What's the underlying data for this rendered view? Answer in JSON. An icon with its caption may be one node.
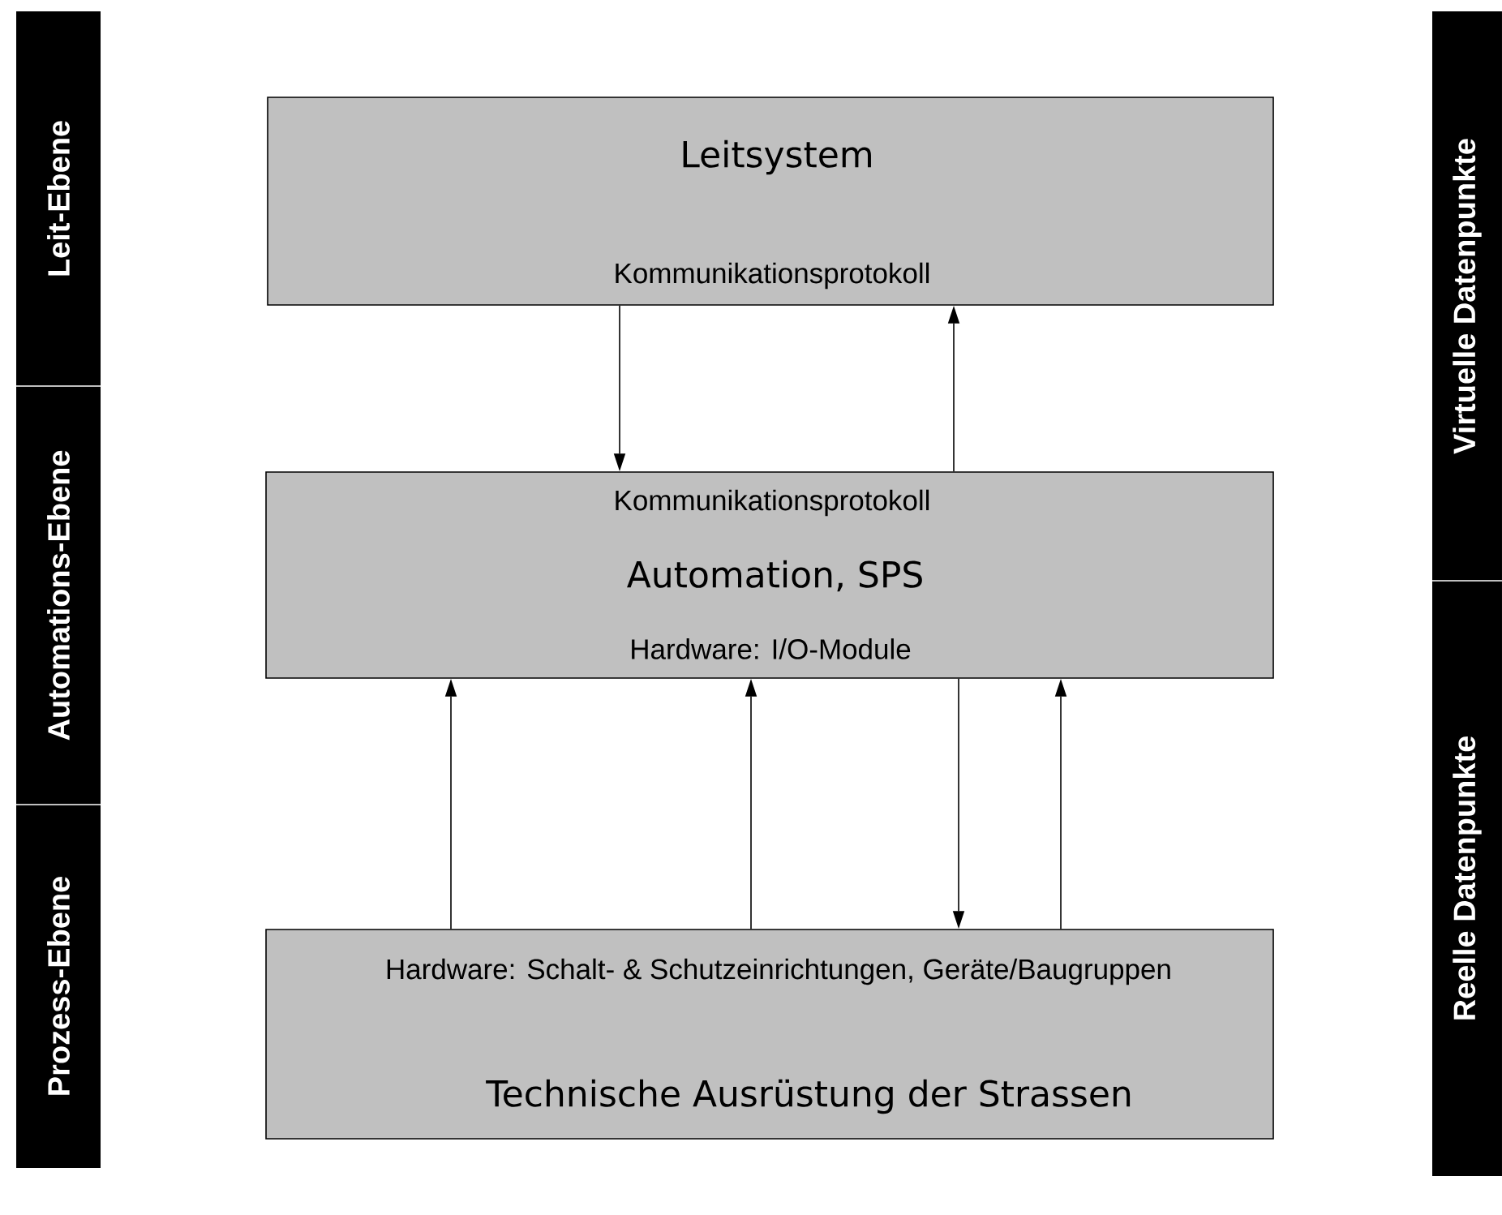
{
  "diagram": {
    "nodes": [
      {
        "text": [
          "Leit-Ebene"
        ]
      },
      {
        "text": [
          "Automations-Ebene"
        ]
      },
      {
        "text": [
          "Prozess-Ebene"
        ]
      },
      {
        "text": [
          "Leitsystem",
          "Kommunikationsprotokoll"
        ]
      },
      {
        "text": [
          "Kommunikationsprotokoll",
          "Automation, SPS",
          "Hardware: I/O-Module"
        ]
      },
      {
        "text": [
          "Hardware: Schalt- & Schutzeinrichtungen, Geräte/Baugruppen",
          "Technische Ausrüstung der Strassen"
        ]
      },
      {
        "text": [
          "Virtuelle Datenpunkte"
        ]
      },
      {
        "text": [
          "Reelle Datenpunkte"
        ]
      }
    ],
    "edges": [
      {
        "from": 3,
        "to": 4,
        "arrow": "to"
      },
      {
        "from": 4,
        "to": 3,
        "arrow": "to"
      },
      {
        "from": 5,
        "to": 4,
        "arrow": "to"
      },
      {
        "from": 5,
        "to": 4,
        "arrow": "to"
      },
      {
        "from": 4,
        "to": 5,
        "arrow": "to"
      },
      {
        "from": 5,
        "to": 4,
        "arrow": "to"
      }
    ]
  }
}
